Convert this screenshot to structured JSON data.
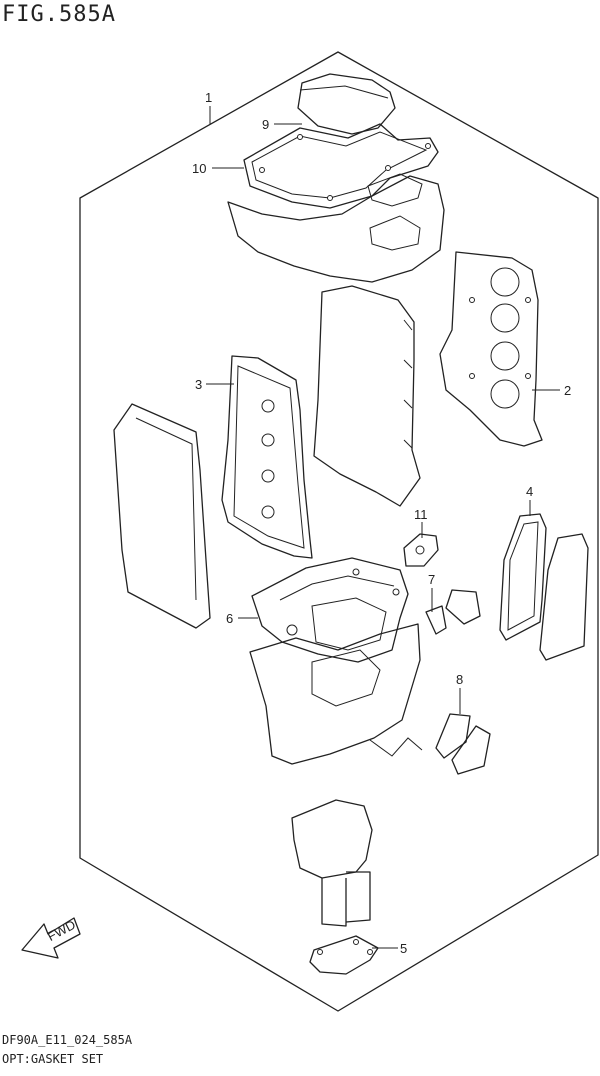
{
  "figure": {
    "title": "FIG.585A",
    "code": "DF90A_E11_024_585A",
    "name": "OPT:GASKET SET"
  },
  "direction_arrow": {
    "label": "FWD"
  },
  "callouts": [
    {
      "id": "c1",
      "label": "1"
    },
    {
      "id": "c2",
      "label": "2"
    },
    {
      "id": "c3",
      "label": "3"
    },
    {
      "id": "c4",
      "label": "4"
    },
    {
      "id": "c5",
      "label": "5"
    },
    {
      "id": "c6",
      "label": "6"
    },
    {
      "id": "c7",
      "label": "7"
    },
    {
      "id": "c8",
      "label": "8"
    },
    {
      "id": "c9",
      "label": "9"
    },
    {
      "id": "c10",
      "label": "10"
    },
    {
      "id": "c11",
      "label": "11"
    }
  ]
}
